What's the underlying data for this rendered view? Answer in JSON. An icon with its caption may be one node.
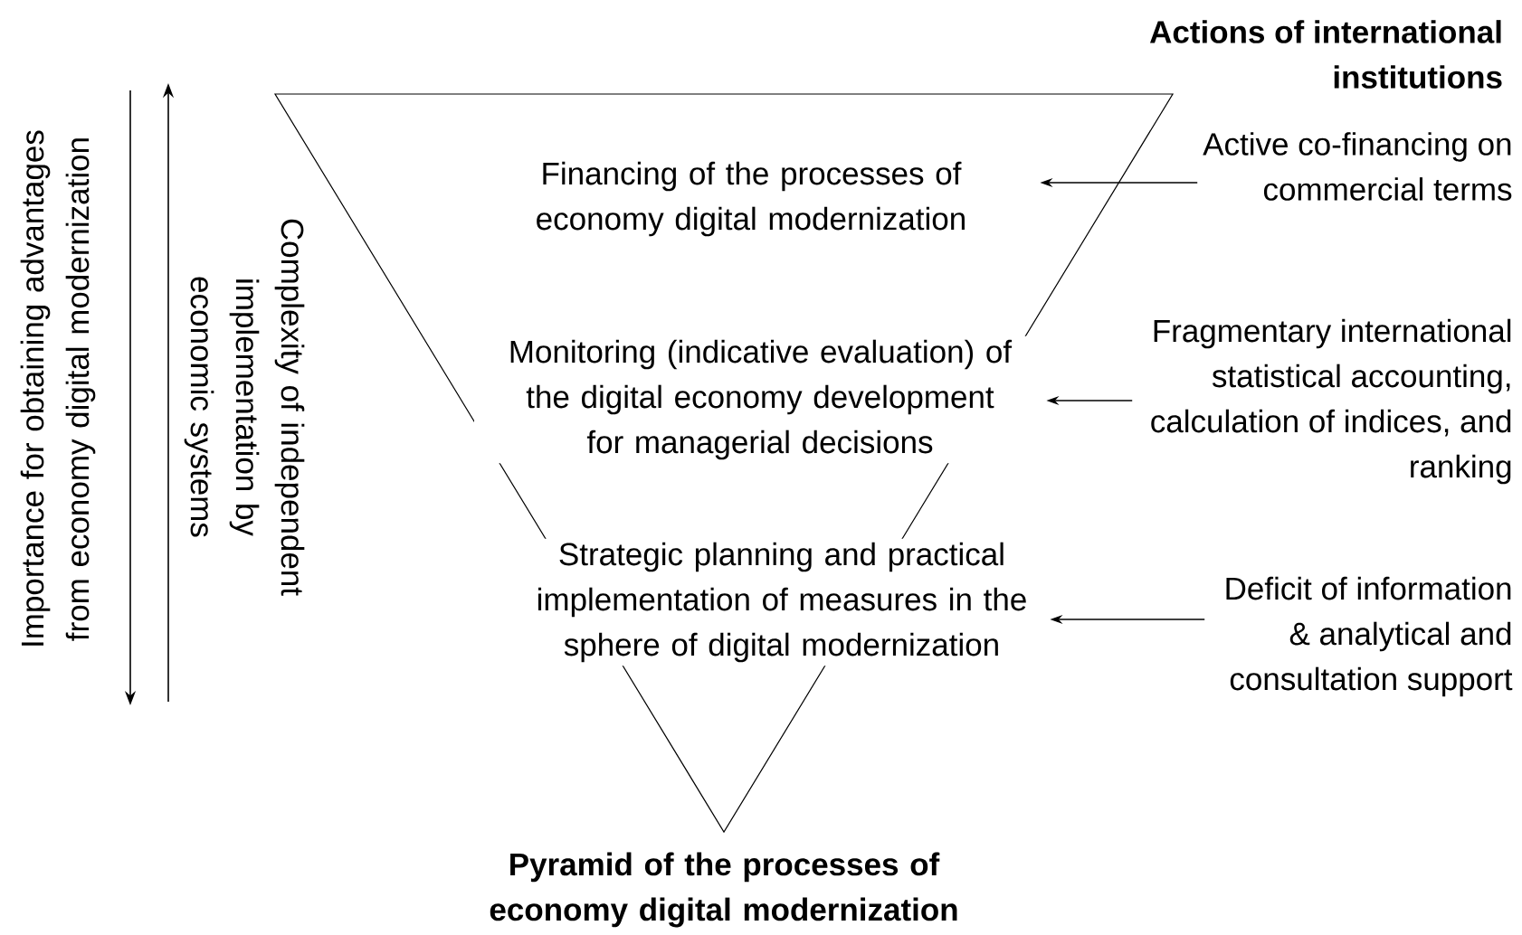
{
  "diagram": {
    "nodes": [
      {
        "text": [
          "Pyramid of the processes of economy digital modernization"
        ]
      },
      {
        "text": [
          "Financing of the processes of economy digital modernization"
        ],
        "in": 0
      },
      {
        "text": [
          "Monitoring (indicative evaluation) of the digital economy development for managerial decisions"
        ],
        "in": 0
      },
      {
        "text": [
          "Strategic planning and practical implementation of measures in the sphere of digital modernization"
        ],
        "in": 0
      },
      {
        "text": [
          "Active co-financing on commercial terms"
        ]
      },
      {
        "text": [
          "Fragmentary international statistical accounting, calculation of indices, and ranking"
        ]
      },
      {
        "text": [
          "Deficit of information & analytical and consultation support"
        ]
      }
    ],
    "edges": [
      {
        "from": 4,
        "to": 1,
        "arrow": "to"
      },
      {
        "from": 5,
        "to": 2,
        "arrow": "to"
      },
      {
        "from": 6,
        "to": 3,
        "arrow": "to"
      }
    ],
    "labels": [
      "Actions of international institutions",
      "Importance for obtaining advantages from economy digital modernization",
      "Complexity of independent implementation by economic systems"
    ]
  }
}
